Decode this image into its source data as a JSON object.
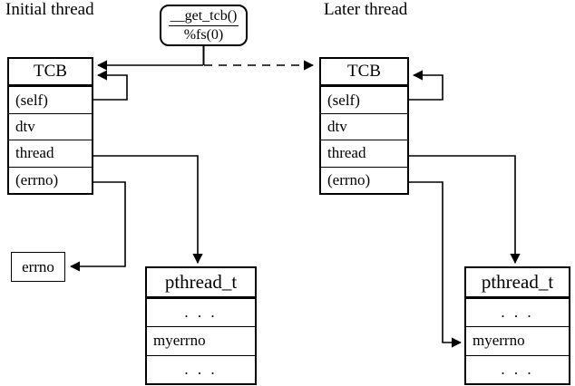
{
  "diagram": {
    "title_initial": "Initial thread",
    "title_later": "Later thread",
    "accessor": {
      "function": "__get_tcb()",
      "segment": "%fs(0)"
    },
    "errno_variable": "errno",
    "tcb_initial": {
      "header": "TCB",
      "fields": [
        "(self)",
        "dtv",
        "thread",
        "(errno)"
      ]
    },
    "tcb_later": {
      "header": "TCB",
      "fields": [
        "(self)",
        "dtv",
        "thread",
        "(errno)"
      ]
    },
    "pthread_initial": {
      "header": "pthread_t",
      "fields": [
        ". . .",
        "myerrno",
        ". . ."
      ]
    },
    "pthread_later": {
      "header": "pthread_t",
      "fields": [
        ". . .",
        "myerrno",
        ". . ."
      ]
    },
    "colors": {
      "background": "#ffffff",
      "ink": "#000000"
    }
  }
}
